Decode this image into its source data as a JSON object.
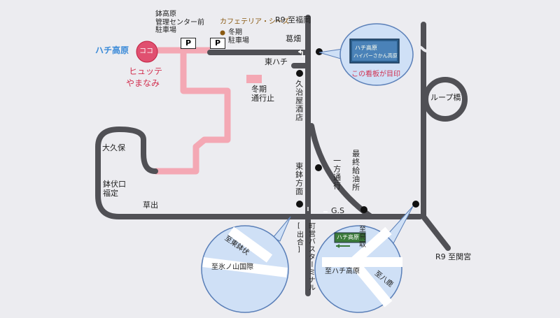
{
  "labels": {
    "hachi_kogen": "ハチ高原",
    "koko": "ココ",
    "hyutte": "ヒュッテ",
    "yamanami": "やまなみ",
    "parking_kanri": "鉢高原\n管理センター前\n駐車場",
    "cafeteria": "カフェテリア・シーズ",
    "parking_toki": "冬期\n駐車場",
    "p_mark": "P",
    "r9_fukuoka": "R9 至福岡",
    "kuzuhata": "葛畑",
    "higashi_hachi": "東ハチ",
    "toki_tsukodome": "冬期\n通行止",
    "kujiya_sakaya": "久治屋酒店",
    "loop_bridge": "ループ橋",
    "okubo": "大久保",
    "hachibuse_fukutei": "鉢伏口\n福定",
    "kusade": "草出",
    "higashi_hachi_hoomen": "東鉢方面",
    "ippo_tsuko": "一方通行",
    "saishu_kyuyusho": "最終給油所",
    "gs": "G.S",
    "shutsugo": "[出合]",
    "choei_bus": "町営バスターミナル",
    "r9_sekinomiya": "R9 至関宮",
    "kanban_memo": "この看板が目印",
    "sign_text_1": "ハチ高原",
    "sign_text_2": "ハイパーさかん高原",
    "to_higashi_hachibuse": "至東鉢伏",
    "to_hyonosen": "至氷ノ山国際",
    "to_tottori": "至鳥取",
    "to_hachi_kogen_circle": "至ハチ高原",
    "to_yoka": "至八鹿",
    "sign_small": "ハチ高原"
  },
  "colors": {
    "road_main": "#505055",
    "road_pink": "#f4a8b4",
    "hachi_red": "#d23050",
    "bubble_fill": "#cfe0f6",
    "bubble_stroke": "#5a7fb8",
    "background": "#e6e6ea"
  },
  "icons": {
    "landmark_dot": "black-dot-icon",
    "arrow": "arrow-icon",
    "parking": "parking-icon",
    "sign": "sign-board-icon"
  }
}
